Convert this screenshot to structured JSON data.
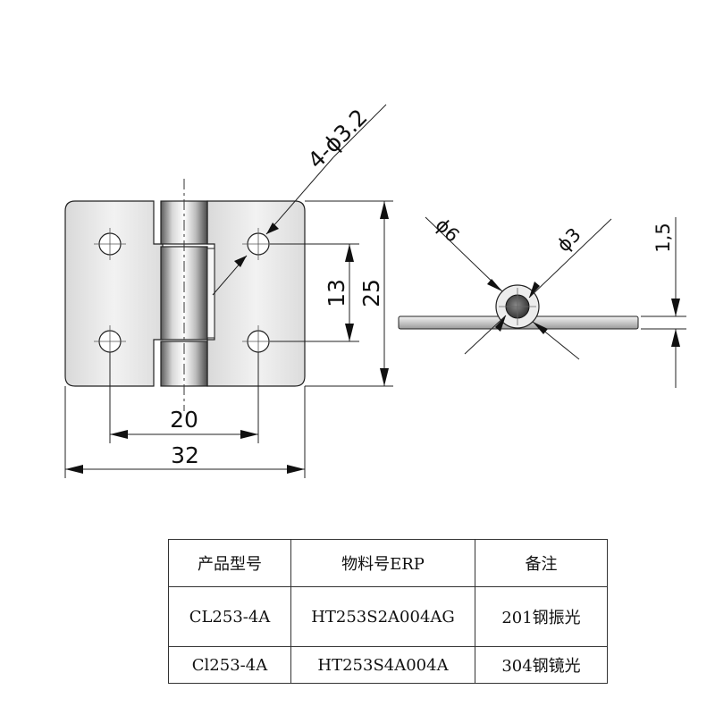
{
  "drawing": {
    "front_view": {
      "hole_callout": "4-ϕ3.2",
      "dim_hole_spacing_vertical": "13",
      "dim_height": "25",
      "dim_hole_spacing_horizontal": "20",
      "dim_width": "32"
    },
    "side_view": {
      "dim_pin_outer": "ϕ6",
      "dim_pin_inner": "ϕ3",
      "dim_thickness": "1,5"
    }
  },
  "spec_table": {
    "headers": [
      "产品型号",
      "物料号ERP",
      "备注"
    ],
    "rows": [
      [
        "CL253-4A",
        "HT253S2A004AG",
        "201钢振光"
      ],
      [
        "Cl253-4A",
        "HT253S4A004A",
        "304钢镜光"
      ]
    ]
  }
}
